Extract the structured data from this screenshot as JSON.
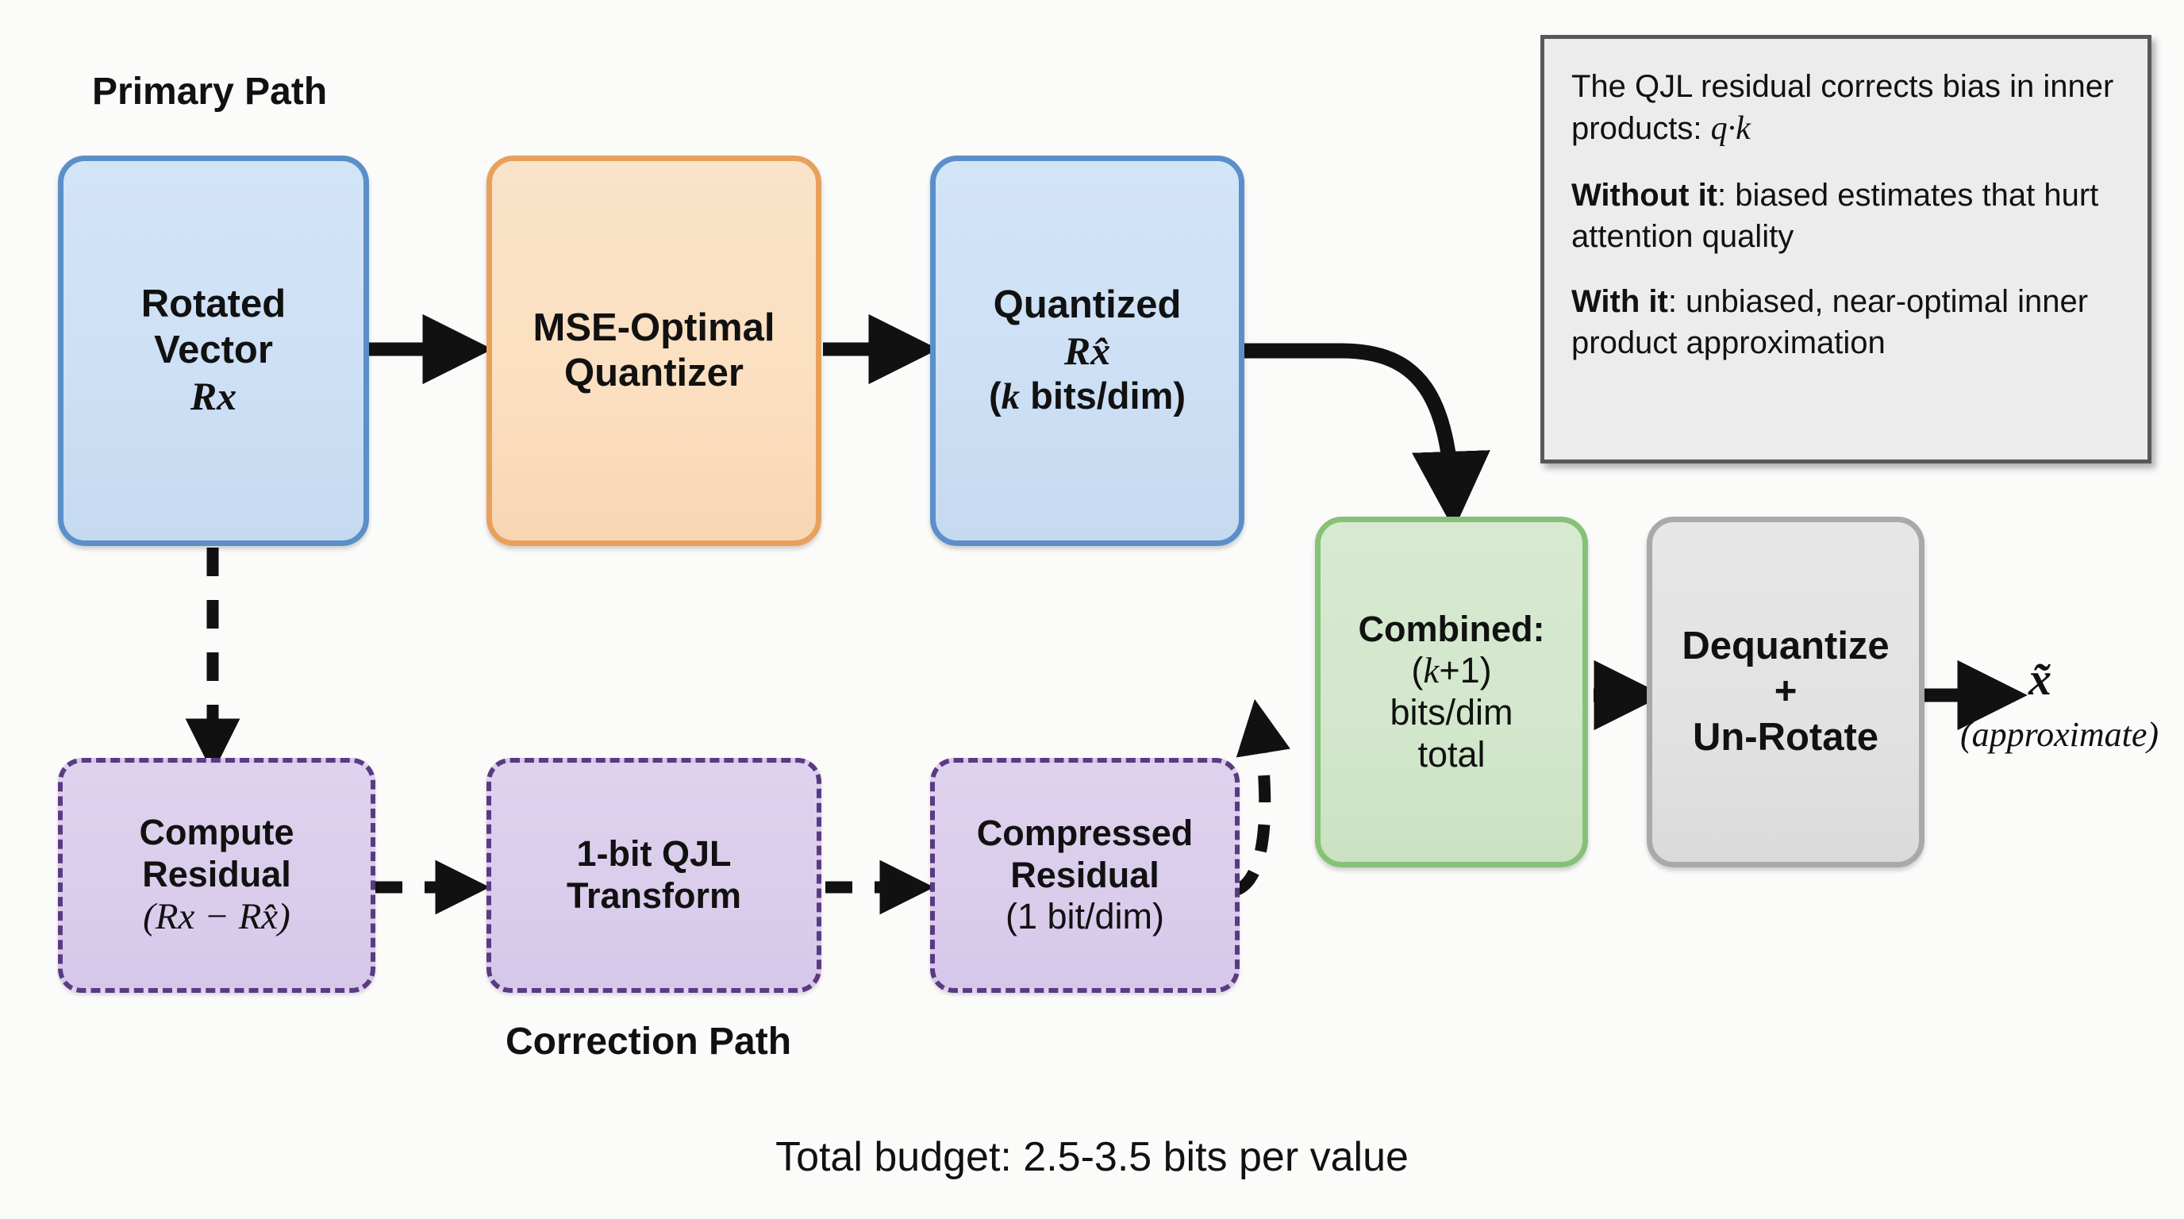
{
  "diagram": {
    "path_labels": {
      "primary": "Primary Path",
      "correction": "Correction Path"
    },
    "caption": "Total budget: 2.5-3.5 bits per value",
    "output": {
      "symbol": "x̃",
      "note": "(approximate)"
    },
    "nodes": {
      "rotated_vector": {
        "line1": "Rotated",
        "line2": "Vector",
        "line3": "Rx",
        "color": "#5b8fc9"
      },
      "mse_quantizer": {
        "line1": "MSE-Optimal",
        "line2": "Quantizer",
        "color": "#e8a15c"
      },
      "quantized": {
        "line1": "Quantized",
        "line2": "Rx̂",
        "line3_pre": "(",
        "line3_k": "k",
        "line3_post": " bits/dim)",
        "color": "#5b8fc9"
      },
      "combined": {
        "line1": "Combined:",
        "line2_pre": "(",
        "line2_k": "k",
        "line2_post": "+1)",
        "line3": "bits/dim",
        "line4": "total",
        "color": "#87c178"
      },
      "dequantize": {
        "line1": "Dequantize",
        "line2": "+",
        "line3": "Un-Rotate",
        "color": "#a9a9a9"
      },
      "compute_residual": {
        "line1": "Compute",
        "line2": "Residual",
        "line3": "(Rx − Rx̂)",
        "color": "#5b3a84"
      },
      "qjl_transform": {
        "line1": "1-bit QJL",
        "line2": "Transform",
        "color": "#5b3a84"
      },
      "compressed_residual": {
        "line1": "Compressed",
        "line2": "Residual",
        "line3": "(1 bit/dim)",
        "color": "#5b3a84"
      }
    },
    "callout": {
      "para1_text": "The QJL residual corrects bias in inner products: ",
      "para1_math": "q·k",
      "para2_bold": "Without it",
      "para2_text": ": biased estimates that hurt attention quality",
      "para3_bold": "With it",
      "para3_text": ": unbiased, near-optimal inner product approximation"
    }
  }
}
